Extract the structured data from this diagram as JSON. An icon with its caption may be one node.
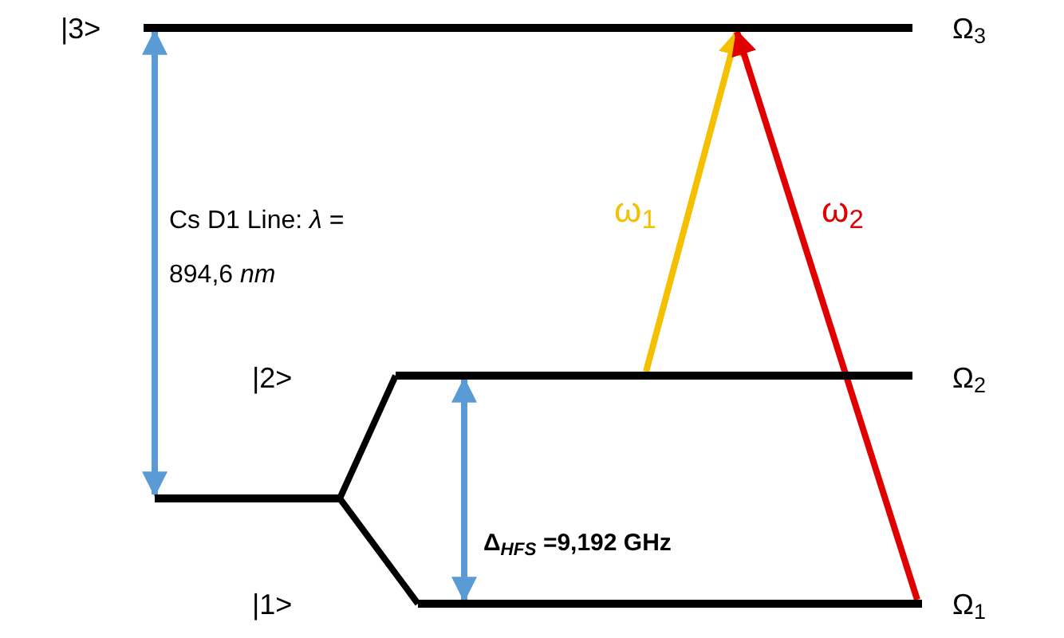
{
  "diagram": {
    "nodes": [
      {
        "text": [],
        "shape": "bar",
        "beside": [
          "|3>",
          "Ω$_{3}$"
        ]
      },
      {
        "text": [],
        "shape": "bar",
        "beside": [
          "Ω$_{2}$"
        ]
      },
      {
        "text": [],
        "shape": "bar",
        "beside": [
          "Ω$_{1}$"
        ]
      },
      {
        "text": [],
        "shape": "bar"
      }
    ],
    "edges": [
      {
        "from": 3,
        "to": 0,
        "arrow": "both",
        "color": "#5b9bd5",
        "label": "Cs D1 Line: *λ* = 894,6 *nm*"
      },
      {
        "from": 3,
        "to": 1,
        "arrow": "none",
        "color": "#000000"
      },
      {
        "from": 3,
        "to": 2,
        "arrow": "none",
        "color": "#000000"
      },
      {
        "from": 2,
        "to": 1,
        "arrow": "both",
        "color": "#5b9bd5",
        "label": "Δ$_{HFS}$ =9,192 GHz"
      },
      {
        "from": 1,
        "to": 0,
        "arrow": "to",
        "color": "#f5c000",
        "label": "ω$_{1}$"
      },
      {
        "from": 2,
        "to": 0,
        "arrow": "to",
        "color": "#e00000",
        "label": "ω$_{2}$"
      }
    ],
    "labels": [
      "|2>",
      "|1>"
    ]
  }
}
